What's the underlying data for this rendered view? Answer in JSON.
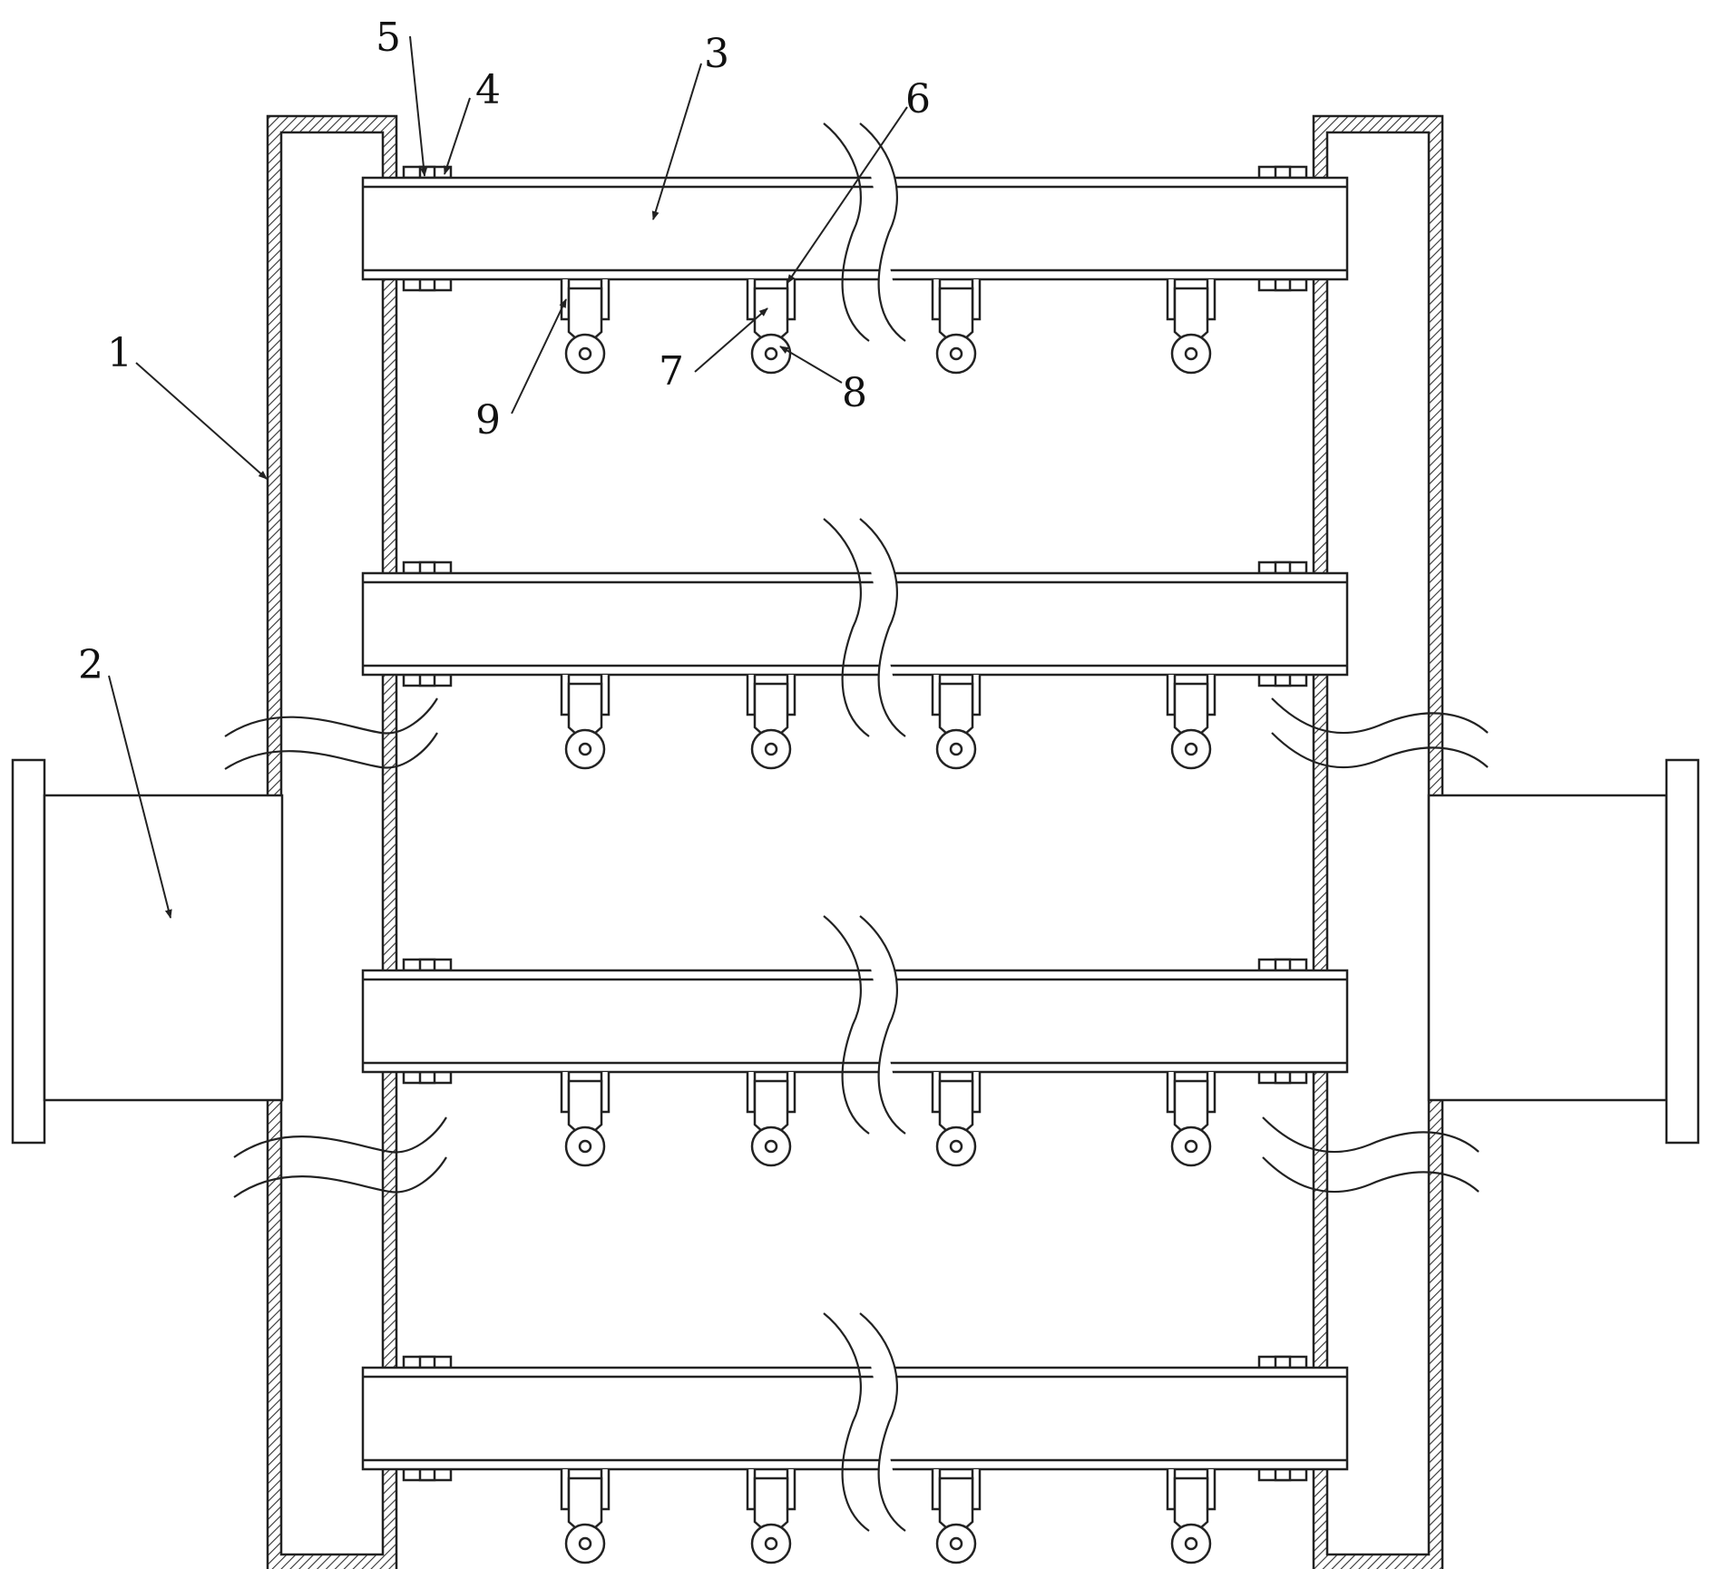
{
  "diagram": {
    "callouts": [
      {
        "id": "callout-1",
        "text": "1"
      },
      {
        "id": "callout-2",
        "text": "2"
      },
      {
        "id": "callout-3",
        "text": "3"
      },
      {
        "id": "callout-4",
        "text": "4"
      },
      {
        "id": "callout-5",
        "text": "5"
      },
      {
        "id": "callout-6",
        "text": "6"
      },
      {
        "id": "callout-7",
        "text": "7"
      },
      {
        "id": "callout-8",
        "text": "8"
      },
      {
        "id": "callout-9",
        "text": "9"
      }
    ],
    "colors": {
      "line": "#222222",
      "background": "#ffffff",
      "hatch": "#333333"
    }
  }
}
